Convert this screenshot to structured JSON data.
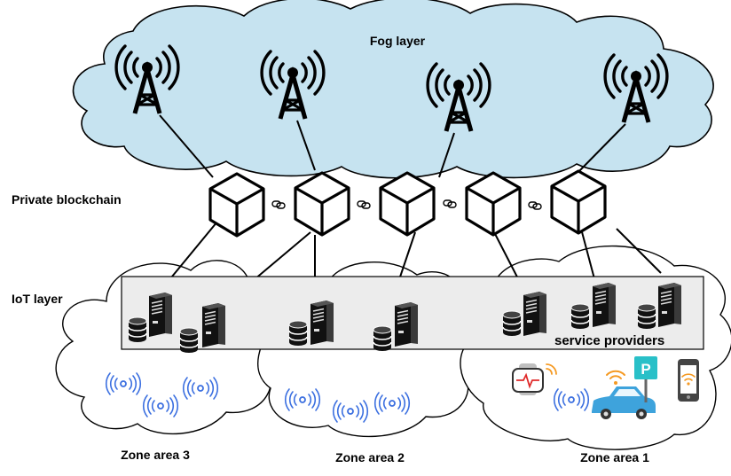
{
  "labels": {
    "fog_layer": "Fog layer",
    "private_blockchain": "Private blockchain",
    "iot_layer": "IoT layer",
    "service_providers": "service providers"
  },
  "zones": [
    {
      "id": "zone-3",
      "label": "Zone area 3"
    },
    {
      "id": "zone-2",
      "label": "Zone area 2"
    },
    {
      "id": "zone-1",
      "label": "Zone area 1"
    }
  ],
  "icons": {
    "fog_node": "radio-tower-icon",
    "blockchain_block": "cube-icon",
    "chain_link": "chain-link-icon",
    "server": "server-icon",
    "database": "database-icon",
    "iot_device": "wireless-signal-icon",
    "smartwatch": "smartwatch-icon",
    "car": "car-icon",
    "parking": "parking-sign-icon",
    "smartphone": "smartphone-icon"
  },
  "parking_sign_text": "P",
  "colors": {
    "fog_cloud_fill": "#c6e3f0",
    "iot_band_fill": "#ececec",
    "wireless_signal": "#3b6fe0",
    "wifi_orange": "#f59a23",
    "car_body": "#3ea3dc",
    "parking_sign": "#29c0c8"
  }
}
